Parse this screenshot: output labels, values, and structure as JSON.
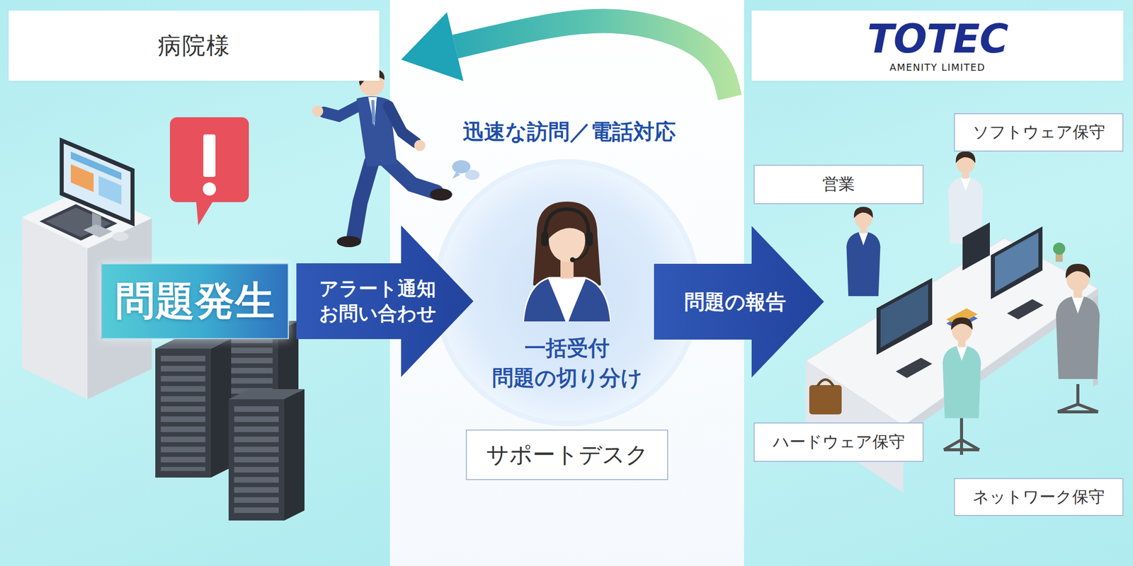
{
  "diagram": {
    "nodes": [
      {
        "text": [
          "病院様"
        ]
      },
      {
        "text": [
          "問題発生"
        ],
        "in": 0
      },
      {
        "text": [
          "一括受付 問題の切り分け",
          "サポートデスク"
        ]
      },
      {
        "text": [
          "TOTEC",
          "AMENITY LIMITED"
        ]
      },
      {
        "text": [
          "ソフトウェア保守"
        ],
        "in": 3
      },
      {
        "text": [
          "営業"
        ],
        "in": 3
      },
      {
        "text": [
          "ハードウェア保守"
        ],
        "in": 3
      },
      {
        "text": [
          "ネットワーク保守"
        ],
        "in": 3
      }
    ],
    "edges": [
      {
        "from": 1,
        "to": 2,
        "arrow": "to",
        "label": "アラート通知 お問い合わせ"
      },
      {
        "from": 2,
        "to": 3,
        "arrow": "to",
        "label": "問題の報告"
      },
      {
        "from": 3,
        "to": 0,
        "arrow": "to",
        "label": "迅速な訪問／電話対応"
      }
    ]
  }
}
